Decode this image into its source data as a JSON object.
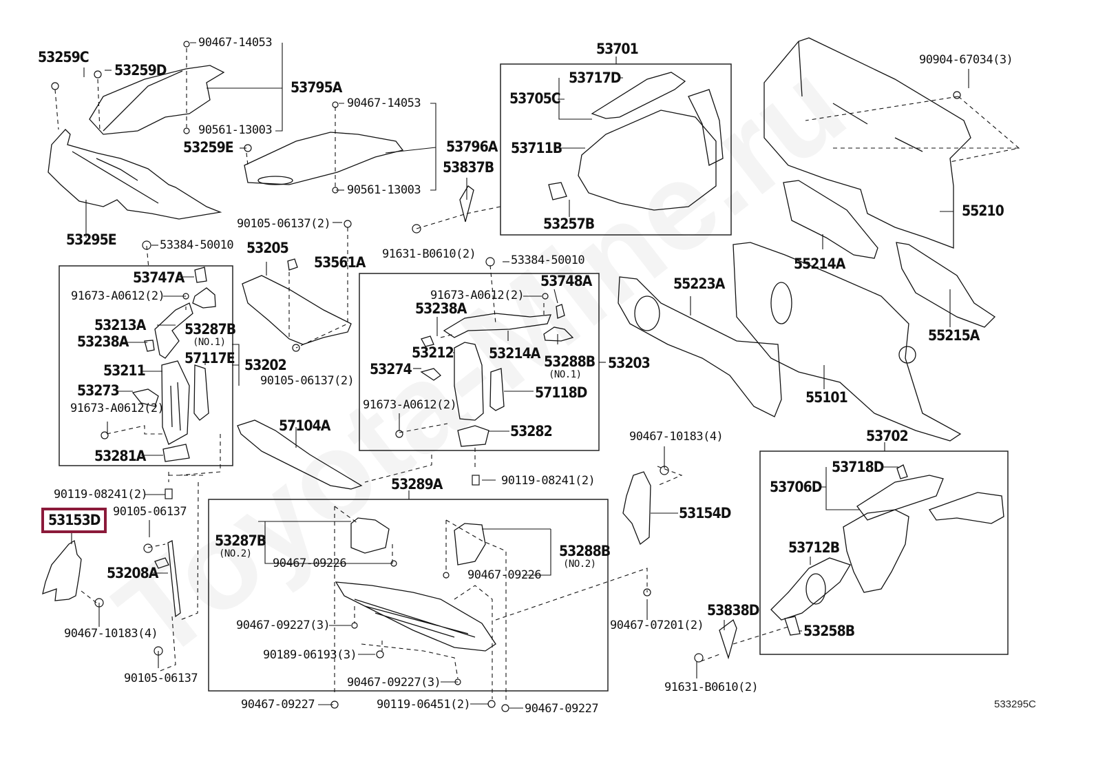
{
  "diagram": {
    "code": "533295C",
    "watermark": "Toyota-Mine.ru",
    "highlight_color": "#8b1a3a",
    "highlighted_part": "53153D"
  },
  "labels": {
    "p53259C": "53259C",
    "p53259D": "53259D",
    "p90467_14053_a": "90467-14053",
    "p53795A": "53795A",
    "p90561_13003_a": "90561-13003",
    "p90467_14053_b": "90467-14053",
    "p53259E": "53259E",
    "p53796A": "53796A",
    "p90561_13003_b": "90561-13003",
    "p53837B": "53837B",
    "p53295E": "53295E",
    "p53701": "53701",
    "p53717D": "53717D",
    "p53705C": "53705C",
    "p53711B": "53711B",
    "p53257B": "53257B",
    "p90904_67034": "90904-67034(3)",
    "p55210": "55210",
    "p90105_06137_2a": "90105-06137(2)",
    "p91631_B0610_2a": "91631-B0610(2)",
    "p53384_50010_a": "53384-50010",
    "p53205": "53205",
    "p53561A": "53561A",
    "p53747A": "53747A",
    "p91673_A0612_a": "91673-A0612(2)",
    "p53213A": "53213A",
    "p53287B_1": "53287B",
    "p53287B_1_sub": "(NO.1)",
    "p53238A_a": "53238A",
    "p57117E": "57117E",
    "p53202": "53202",
    "p53211": "53211",
    "p53273": "53273",
    "p91673_A0612_b": "91673-A0612(2)",
    "p53281A": "53281A",
    "p90105_06137_2b": "90105-06137(2)",
    "p53384_50010_b": "53384-50010",
    "p53748A": "53748A",
    "p91673_A0612_c": "91673-A0612(2)",
    "p53238A_b": "53238A",
    "p53212": "53212",
    "p53214A": "53214A",
    "p53288B_1": "53288B",
    "p53288B_1_sub": "(NO.1)",
    "p53203": "53203",
    "p53274": "53274",
    "p57118D": "57118D",
    "p91673_A0612_d": "91673-A0612(2)",
    "p53282": "53282",
    "p57104A": "57104A",
    "p90119_08241_2a": "90119-08241(2)",
    "p55214A": "55214A",
    "p55223A": "55223A",
    "p55215A": "55215A",
    "p55101": "55101",
    "p90467_10183_4a": "90467-10183(4)",
    "p53154D": "53154D",
    "p53702": "53702",
    "p53718D": "53718D",
    "p53706D": "53706D",
    "p53712B": "53712B",
    "p53838D": "53838D",
    "p53258B": "53258B",
    "p90467_07201": "90467-07201(2)",
    "p91631_B0610_2b": "91631-B0610(2)",
    "p90119_08241_2b": "90119-08241(2)",
    "p90105_06137_a": "90105-06137",
    "p53153D": "53153D",
    "p53208A": "53208A",
    "p90467_10183_4b": "90467-10183(4)",
    "p90105_06137_b": "90105-06137",
    "p53289A": "53289A",
    "p53287B_2": "53287B",
    "p53287B_2_sub": "(NO.2)",
    "p90467_09226_a": "90467-09226",
    "p53288B_2": "53288B",
    "p53288B_2_sub": "(NO.2)",
    "p90467_09226_b": "90467-09226",
    "p90467_09227_3a": "90467-09227(3)",
    "p90189_06193": "90189-06193(3)",
    "p90467_09227_3b": "90467-09227(3)",
    "p90467_09227_a": "90467-09227",
    "p90119_06451": "90119-06451(2)",
    "p90467_09227_b": "90467-09227"
  }
}
